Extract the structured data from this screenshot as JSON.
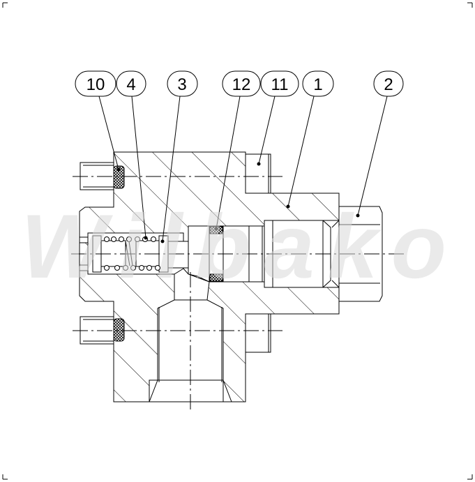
{
  "drawing": {
    "title": "Valve assembly cross-section",
    "watermark": "Wilbako",
    "balloons": [
      {
        "id": "10",
        "label": "10"
      },
      {
        "id": "4",
        "label": "4"
      },
      {
        "id": "3",
        "label": "3"
      },
      {
        "id": "12",
        "label": "12"
      },
      {
        "id": "11",
        "label": "11"
      },
      {
        "id": "1",
        "label": "1"
      },
      {
        "id": "2",
        "label": "2"
      }
    ]
  }
}
